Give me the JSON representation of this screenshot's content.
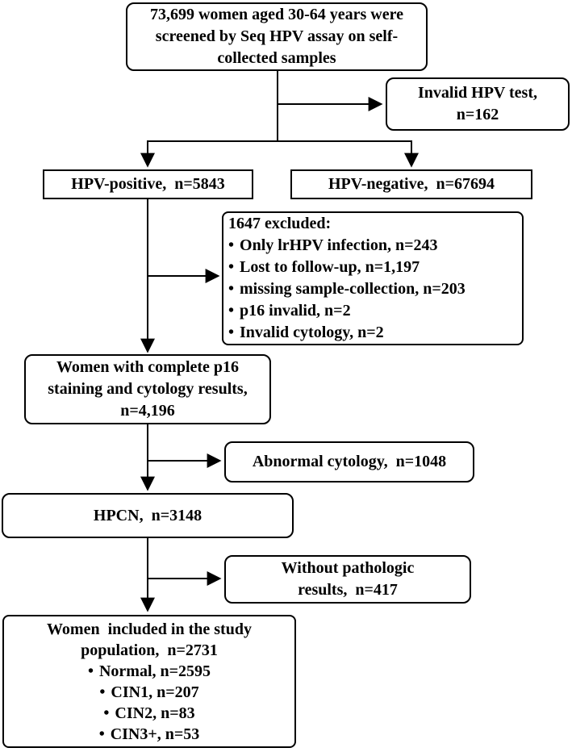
{
  "glyphs": {
    "bullet": "•"
  },
  "boxes": {
    "screened": {
      "lines": [
        "73,699 women aged 30-64 years were",
        "screened by Seq HPV assay on self-",
        "collected samples"
      ]
    },
    "invalid_test": {
      "lines": [
        "Invalid HPV test,",
        "n=162"
      ]
    },
    "hpv_positive": {
      "label": "HPV-positive,  n=5843"
    },
    "hpv_negative": {
      "label": "HPV-negative,  n=67694"
    },
    "excluded": {
      "header": "1647 excluded:",
      "items": [
        "Only lrHPV infection, n=243",
        "Lost to follow-up, n=1,197",
        "missing sample-collection, n=203",
        "p16 invalid, n=2",
        "Invalid cytology, n=2"
      ]
    },
    "complete_p16": {
      "lines": [
        "Women with complete p16",
        "staining and cytology results,",
        "n=4,196"
      ]
    },
    "abnormal_cytology": {
      "label": "Abnormal cytology,  n=1048"
    },
    "hpcn": {
      "label": "HPCN,  n=3148"
    },
    "without_pathology": {
      "lines": [
        "Without pathologic",
        "results,  n=417"
      ]
    },
    "included": {
      "lines": [
        "Women  included in the study",
        "population,  n=2731"
      ],
      "items": [
        "Normal, n=2595",
        "CIN1, n=207",
        "CIN2, n=83",
        "CIN3+, n=53"
      ]
    }
  }
}
